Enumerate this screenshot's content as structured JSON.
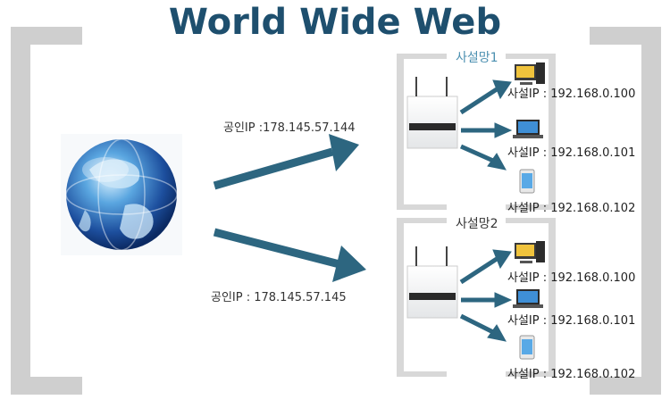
{
  "title": "World Wide Web",
  "public_ips": [
    {
      "label": "공인IP :178.145.57.144"
    },
    {
      "label": "공인IP : 178.145.57.145"
    }
  ],
  "networks": [
    {
      "name": "사설망1",
      "devices": [
        {
          "type": "desktop-icon",
          "label": "사설IP : 192.168.0.100"
        },
        {
          "type": "laptop-icon",
          "label": "사설IP : 192.168.0.101"
        },
        {
          "type": "phone-icon",
          "label": "사설IP : 192.168.0.102"
        }
      ]
    },
    {
      "name": "사설망2",
      "devices": [
        {
          "type": "desktop-icon",
          "label": "사설IP : 192.168.0.100"
        },
        {
          "type": "laptop-icon",
          "label": "사설IP : 192.168.0.101"
        },
        {
          "type": "phone-icon",
          "label": "사설IP : 192.168.0.102"
        }
      ]
    }
  ],
  "colors": {
    "title": "#1e4f6e",
    "arrow": "#2d6680",
    "bracket": "#cfcfcf",
    "network_title_1": "#4a8fb0"
  }
}
